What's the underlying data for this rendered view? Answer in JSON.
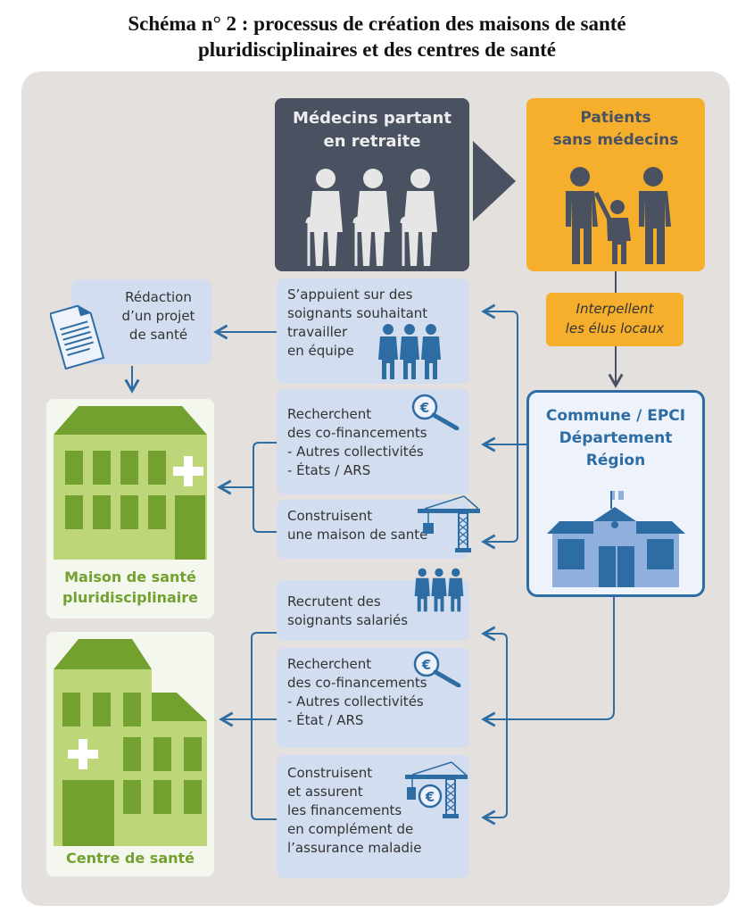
{
  "title": {
    "line1": "Schéma n° 2 : processus de création des maisons de santé",
    "line2": "pluridisciplinaires et des centres de santé"
  },
  "colors": {
    "panel_bg": "#e4e0dd",
    "dark": "#4a5262",
    "orange": "#f6ae2d",
    "blue": "#2e6da4",
    "light_blue": "#d2ddef",
    "green_dark": "#72a12f",
    "green_light": "#bdd67a"
  },
  "doctors": {
    "line1": "Médecins partant",
    "line2": "en retraite",
    "icon": "retired-doctors-icon"
  },
  "patients": {
    "line1": "Patients",
    "line2": "sans médecins",
    "icon": "family-icon"
  },
  "interpellent": {
    "line1": "Interpellent",
    "line2": "les élus locaux"
  },
  "commune": {
    "line1": "Commune / EPCI",
    "line2": "Département",
    "line3": "Région",
    "icon": "town-hall-icon"
  },
  "redaction": {
    "line1": "Rédaction",
    "line2": "d’un projet",
    "line3": "de santé",
    "icon": "document-icon"
  },
  "tasks_msp": [
    {
      "lines": [
        "S’appuient sur des",
        "soignants souhaitant",
        "travailler",
        "en équipe"
      ],
      "icon": "caregivers-icon"
    },
    {
      "lines": [
        "Recherchent",
        "des co-financements",
        "- Autres collectivités",
        "- États / ARS"
      ],
      "icon": "euro-magnifier-icon"
    },
    {
      "lines": [
        "Construisent",
        "une maison de santé"
      ],
      "icon": "crane-icon"
    }
  ],
  "tasks_cds": [
    {
      "lines": [
        "Recrutent des",
        "soignants salariés"
      ],
      "icon": "caregivers-icon"
    },
    {
      "lines": [
        "Recherchent",
        "des co-financements",
        "- Autres collectivités",
        "- État / ARS"
      ],
      "icon": "euro-magnifier-icon"
    },
    {
      "lines": [
        "Construisent",
        "et assurent",
        "les financements",
        "en complément de",
        "l’assurance maladie"
      ],
      "icon": "crane-euro-icon"
    }
  ],
  "outcomes": {
    "msp": {
      "line1": "Maison de santé",
      "line2": "pluridisciplinaire",
      "icon": "health-house-building-icon"
    },
    "cds": {
      "line1": "Centre de santé",
      "icon": "health-center-building-icon"
    }
  }
}
